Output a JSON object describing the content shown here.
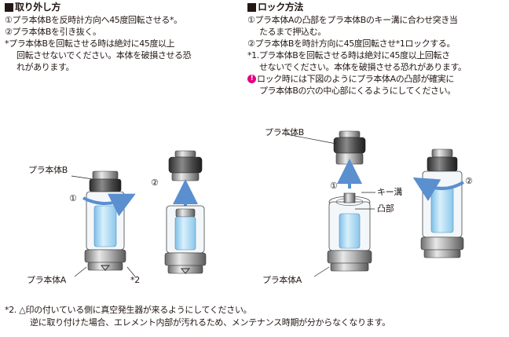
{
  "removal": {
    "heading": "取り外し方",
    "steps": [
      "①プラ本体Bを反時計方向へ45度回転させる*。",
      "②プラ本体Bを引き抜く。"
    ],
    "note_lines": [
      "*プラ本体Bを回転させる時は絶対に45度以上",
      "回転させないでください。本体を破損させる恐",
      "れがあります。"
    ]
  },
  "lock": {
    "heading": "ロック方法",
    "step1_lines": [
      "①プラ本体Aの凸部をプラ本体Bのキー溝に合わせ突き当",
      "たるまで押込む。"
    ],
    "step2": "②プラ本体Bを時計方向に45度回転させ*1ロックする。",
    "note_lines": [
      "*1.プラ本体Bを回転させる時は絶対に45度以上回転さ",
      "せないでください。本体を破損させる恐れがあります。"
    ],
    "caution_lines": [
      "ロック時には下図のようにプラ本体Aの凸部が確実に",
      "プラ本体Bの穴の中心部にくるようにしてください。"
    ],
    "caution_icon": "caution-icon"
  },
  "figure": {
    "label_body_b_left": "プラ本体B",
    "label_body_a_left": "プラ本体A",
    "label_star2": "*2",
    "label_body_b_right": "プラ本体B",
    "label_key_groove": "キー溝",
    "label_protrusion": "凸部",
    "label_body_a_right": "プラ本体A",
    "marker_1": "①",
    "marker_2": "②",
    "accent_blue": "#5a8fd0",
    "liquid_blue": "#a9d8f2"
  },
  "footnote": {
    "lines": [
      "*2. △印の付いている側に真空発生器が来るようにしてください。",
      "逆に取り付けた場合、エレメント内部が汚れるため、メンテナンス時期が分からなくなります。"
    ]
  }
}
